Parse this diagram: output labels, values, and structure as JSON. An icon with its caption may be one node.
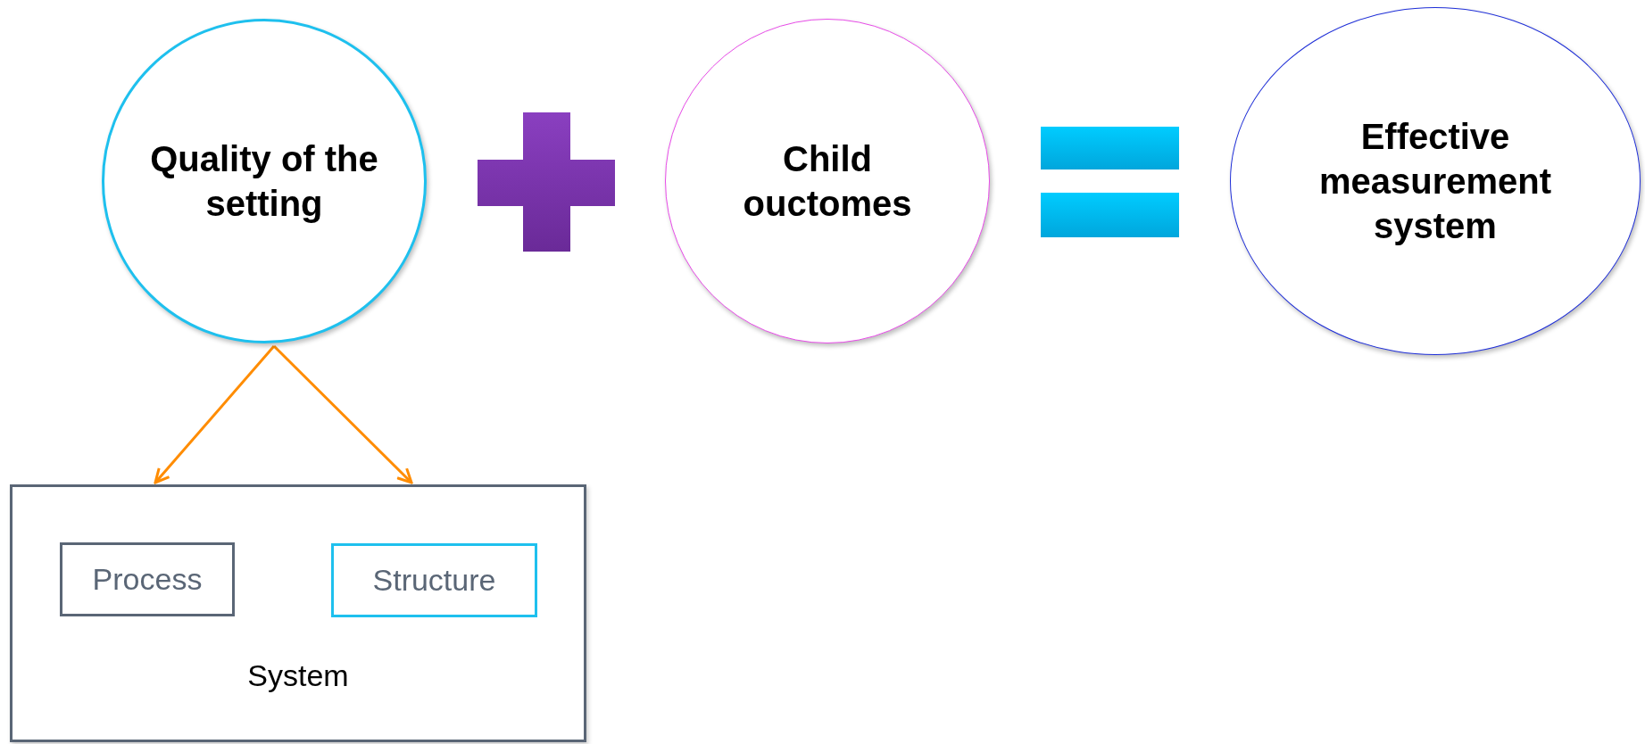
{
  "diagram": {
    "nodes": [
      {
        "text": [
          "Quality of the setting"
        ]
      },
      {
        "text": [
          "Child ouctomes"
        ]
      },
      {
        "text": [
          "Effective measurement system"
        ]
      },
      {
        "text": [
          "System"
        ]
      },
      {
        "text": [
          "Process"
        ],
        "in": 3
      },
      {
        "text": [
          "Structure"
        ],
        "in": 3
      }
    ],
    "edges": [
      {
        "from": 0,
        "to": 3,
        "arrow": "to"
      },
      {
        "from": 0,
        "to": 3,
        "arrow": "to"
      }
    ]
  }
}
